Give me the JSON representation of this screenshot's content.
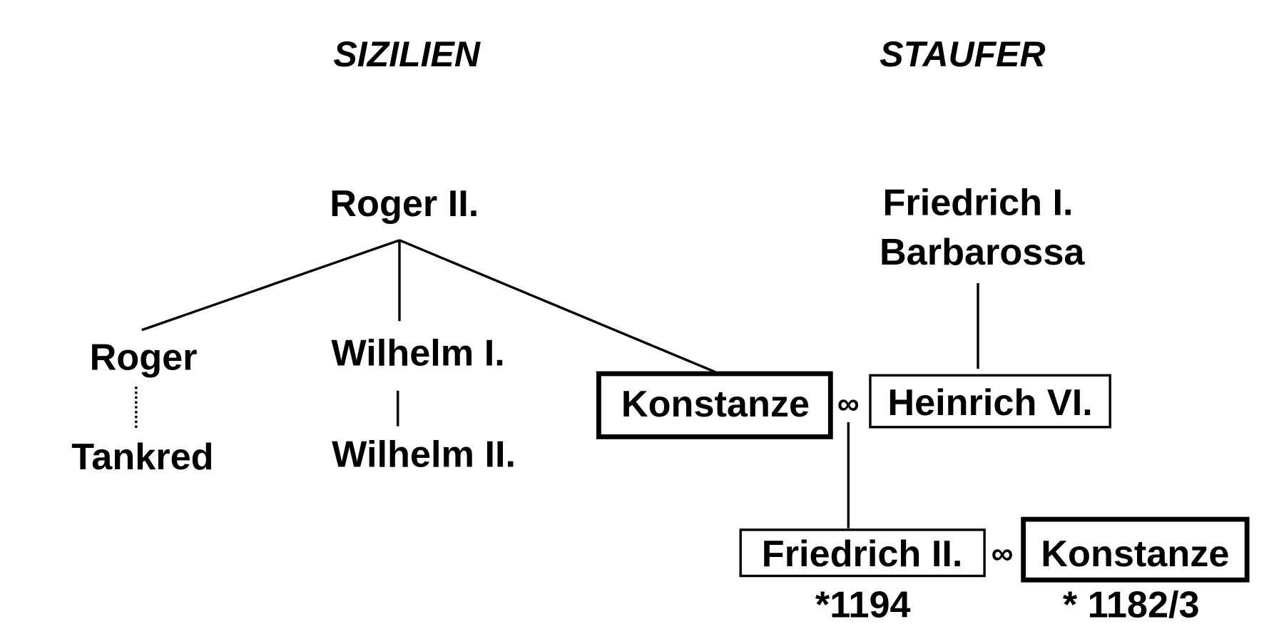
{
  "headers": {
    "left": "SIZILIEN",
    "right": "STAUFER"
  },
  "people": {
    "roger2": "Roger II.",
    "roger": "Roger",
    "tankred": "Tankred",
    "wilhelm1": "Wilhelm I.",
    "wilhelm2": "Wilhelm II.",
    "konstanze": "Konstanze",
    "friedrich1_line1": "Friedrich I.",
    "friedrich1_line2": "Barbarossa",
    "heinrich6": "Heinrich VI.",
    "friedrich2": "Friedrich II.",
    "konstanze2": "Konstanze"
  },
  "births": {
    "friedrich2": "*1194",
    "konstanze2": "* 1182/3"
  },
  "marriage_symbol": "∞"
}
